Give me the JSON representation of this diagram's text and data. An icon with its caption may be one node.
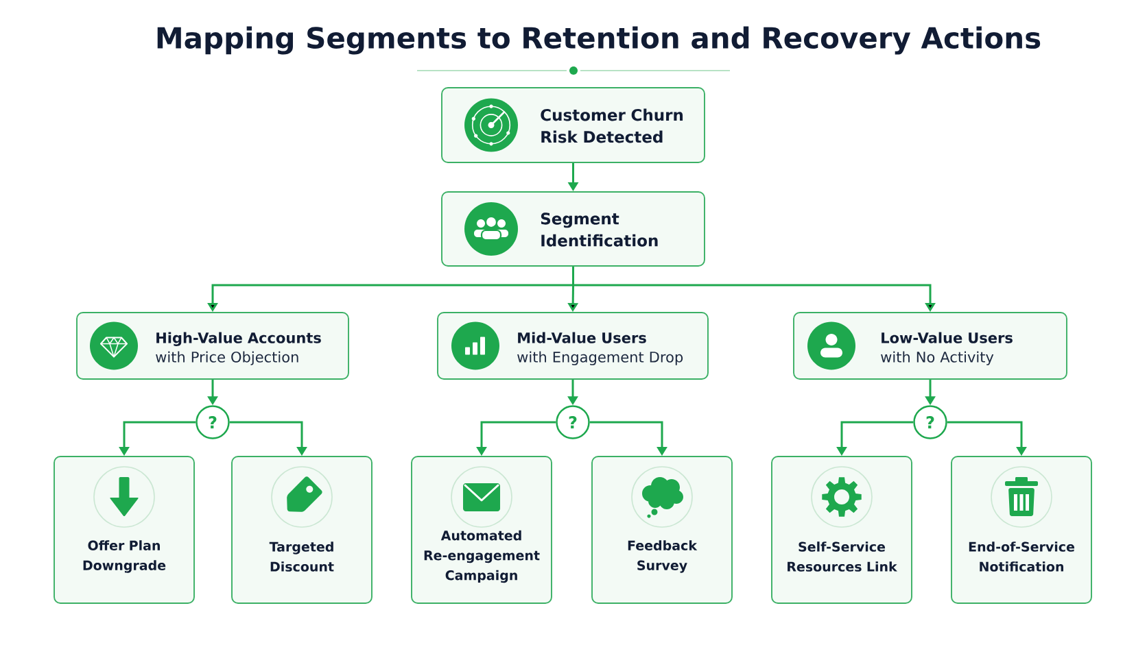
{
  "diagram": {
    "title": "Mapping Segments to Retention and Recovery Actions",
    "nodes": [
      {
        "text": [
          "Customer Churn Risk Detected"
        ]
      },
      {
        "text": [
          "Segment Identification"
        ]
      },
      {
        "text": [
          "High-Value Accounts",
          "with Price Objection"
        ]
      },
      {
        "text": [
          "Mid-Value Users",
          "with Engagement Drop"
        ]
      },
      {
        "text": [
          "Low-Value Users",
          "with No Activity"
        ]
      },
      {
        "text": [
          "?"
        ]
      },
      {
        "text": [
          "?"
        ]
      },
      {
        "text": [
          "?"
        ]
      },
      {
        "text": [
          "Offer Plan Downgrade"
        ]
      },
      {
        "text": [
          "Targeted Discount"
        ]
      },
      {
        "text": [
          "Automated Re-engagement Campaign"
        ]
      },
      {
        "text": [
          "Feedback Survey"
        ]
      },
      {
        "text": [
          "Self-Service Resources Link"
        ]
      },
      {
        "text": [
          "End-of-Service Notification"
        ]
      }
    ],
    "edges": [
      {
        "from": 0,
        "to": 1,
        "arrow": "to"
      },
      {
        "from": 1,
        "to": 2,
        "arrow": "to"
      },
      {
        "from": 1,
        "to": 3,
        "arrow": "to"
      },
      {
        "from": 1,
        "to": 4,
        "arrow": "to"
      },
      {
        "from": 2,
        "to": 5,
        "arrow": "to"
      },
      {
        "from": 3,
        "to": 6,
        "arrow": "to"
      },
      {
        "from": 4,
        "to": 7,
        "arrow": "to"
      },
      {
        "from": 5,
        "to": 8,
        "arrow": "to"
      },
      {
        "from": 5,
        "to": 9,
        "arrow": "to"
      },
      {
        "from": 6,
        "to": 10,
        "arrow": "to"
      },
      {
        "from": 6,
        "to": 11,
        "arrow": "to"
      },
      {
        "from": 7,
        "to": 12,
        "arrow": "to"
      },
      {
        "from": 7,
        "to": 13,
        "arrow": "to"
      }
    ]
  }
}
